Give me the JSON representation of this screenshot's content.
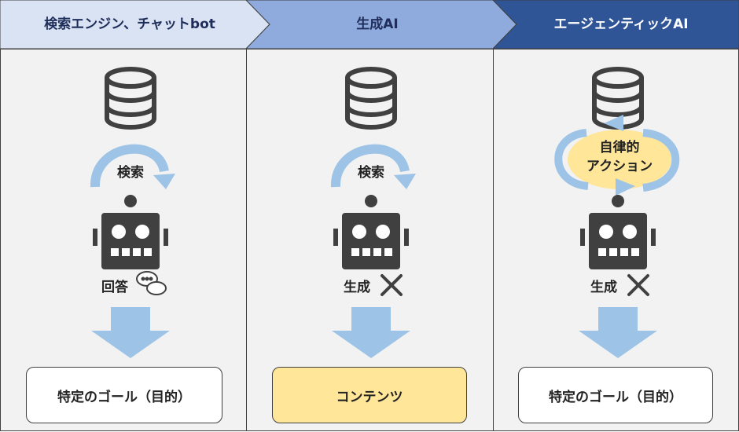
{
  "header": {
    "steps": [
      {
        "label": "検索エンジン、チャットbot",
        "color": "#dae3f3",
        "text_color": "#1f2d5a"
      },
      {
        "label": "生成AI",
        "color": "#8faadc",
        "text_color": "#1f2d5a"
      },
      {
        "label": "エージェンティックAI",
        "color": "#2f5597",
        "text_color": "#ffffff"
      }
    ]
  },
  "columns": [
    {
      "arc_label": "検索",
      "action_label": "回答",
      "action_icon": "speech-bubbles-icon",
      "result": "特定のゴール（目的）"
    },
    {
      "arc_label": "検索",
      "action_label": "生成",
      "action_icon": "tools-icon",
      "result": "コンテンツ"
    },
    {
      "arc_label": "自律的\nアクション",
      "action_label": "生成",
      "action_icon": "tools-icon",
      "result": "特定のゴール（目的）"
    }
  ],
  "colors": {
    "arrow": "#9dc3e6",
    "icon": "#404040",
    "highlight": "#ffe699",
    "panel": "#f2f2f2"
  }
}
